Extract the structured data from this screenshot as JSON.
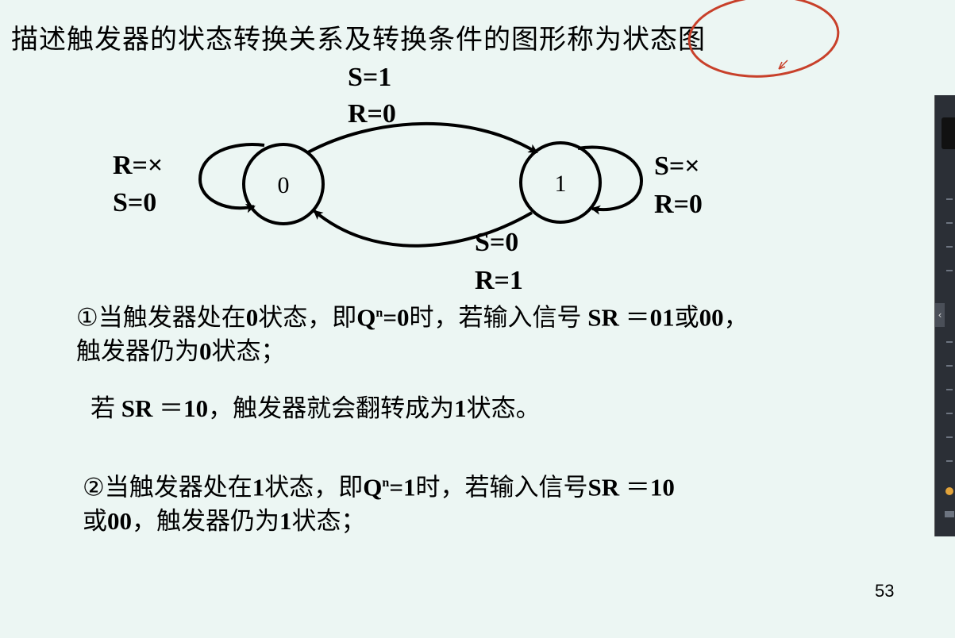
{
  "title": "描述触发器的状态转换关系及转换条件的图形称为状态图",
  "diagram": {
    "states": [
      {
        "id": "s0",
        "label": "0"
      },
      {
        "id": "s1",
        "label": "1"
      }
    ],
    "transitions": {
      "t01": {
        "line1": "S=1",
        "line2": "R=0"
      },
      "t10": {
        "line1": "S=0",
        "line2": "R=1"
      },
      "loop0": {
        "line1": "R=×",
        "line2": "S=0"
      },
      "loop1": {
        "line1": "S=×",
        "line2": "R=0"
      }
    }
  },
  "text": {
    "p1": {
      "part1": "①当触发器处在",
      "state": "0",
      "part2": "状态，即",
      "q": "Q",
      "sup": "n",
      "eq": "=0",
      "part3": "时，若输入信号",
      "sr": " SR ",
      "part4": "＝",
      "vals": "01",
      "or": "或",
      "vals2": "00",
      "comma": "，",
      "line2a": "触发器仍为",
      "line2state": "0",
      "line2b": "状态；"
    },
    "p2": {
      "part1": "若",
      "sr": " SR  ",
      "part2": "＝",
      "val": "10",
      "part3": "，触发器就会翻转成为",
      "state": "1",
      "part4": "状态。"
    },
    "p3": {
      "part1": "②当触发器处在",
      "state": "1",
      "part2": "状态，即",
      "q": "Q",
      "sup": "n",
      "eq": "=1",
      "part3": "时，若输入信号",
      "sr": "SR ",
      "part4": "＝",
      "val": "10",
      "line2or": "或",
      "line2val": "00",
      "line2a": "，触发器仍为",
      "line2state": "1",
      "line2b": "状态；"
    }
  },
  "page_number": "53",
  "colors": {
    "background": "#ecf6f3",
    "annotation": "#c8402a",
    "text": "#000000"
  }
}
